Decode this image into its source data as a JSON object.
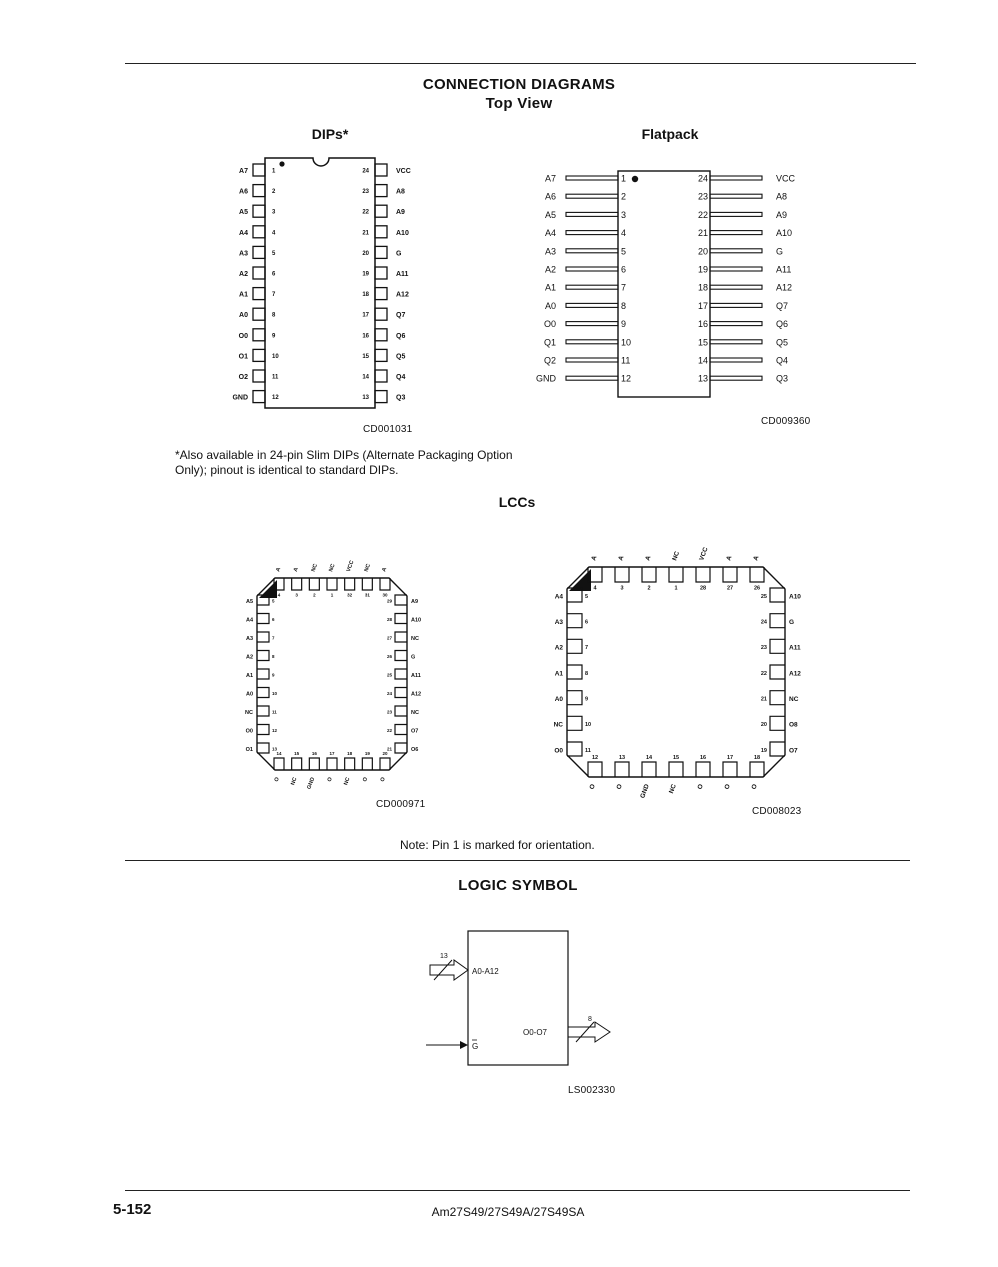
{
  "headings": {
    "connection": "CONNECTION DIAGRAMS",
    "top_view": "Top View",
    "dips": "DIPs*",
    "flatpack": "Flatpack",
    "lccs": "LCCs",
    "logic_symbol": "LOGIC SYMBOL"
  },
  "codes": {
    "dip": "CD001031",
    "flatpack": "CD009360",
    "lcc_left": "CD000971",
    "lcc_right": "CD008023",
    "logic": "LS002330"
  },
  "dip_footnote": "*Also available in 24-pin Slim DIPs (Alternate Packaging Option Only); pinout is identical to standard DIPs.",
  "lcc_note": "Note: Pin 1 is marked for orientation.",
  "dip": {
    "left_pins": [
      {
        "n": "1",
        "name": "A7"
      },
      {
        "n": "2",
        "name": "A6"
      },
      {
        "n": "3",
        "name": "A5"
      },
      {
        "n": "4",
        "name": "A4"
      },
      {
        "n": "5",
        "name": "A3"
      },
      {
        "n": "6",
        "name": "A2"
      },
      {
        "n": "7",
        "name": "A1"
      },
      {
        "n": "8",
        "name": "A0"
      },
      {
        "n": "9",
        "name": "O0"
      },
      {
        "n": "10",
        "name": "O1"
      },
      {
        "n": "11",
        "name": "O2"
      },
      {
        "n": "12",
        "name": "GND"
      }
    ],
    "right_pins": [
      {
        "n": "24",
        "name": "VCC"
      },
      {
        "n": "23",
        "name": "A8"
      },
      {
        "n": "22",
        "name": "A9"
      },
      {
        "n": "21",
        "name": "A10"
      },
      {
        "n": "20",
        "name": "G"
      },
      {
        "n": "19",
        "name": "A11"
      },
      {
        "n": "18",
        "name": "A12"
      },
      {
        "n": "17",
        "name": "Q7"
      },
      {
        "n": "16",
        "name": "Q6"
      },
      {
        "n": "15",
        "name": "Q5"
      },
      {
        "n": "14",
        "name": "Q4"
      },
      {
        "n": "13",
        "name": "Q3"
      }
    ]
  },
  "flatpack": {
    "left_pins": [
      {
        "n": "1",
        "name": "A7"
      },
      {
        "n": "2",
        "name": "A6"
      },
      {
        "n": "3",
        "name": "A5"
      },
      {
        "n": "4",
        "name": "A4"
      },
      {
        "n": "5",
        "name": "A3"
      },
      {
        "n": "6",
        "name": "A2"
      },
      {
        "n": "7",
        "name": "A1"
      },
      {
        "n": "8",
        "name": "A0"
      },
      {
        "n": "9",
        "name": "O0"
      },
      {
        "n": "10",
        "name": "Q1"
      },
      {
        "n": "11",
        "name": "Q2"
      },
      {
        "n": "12",
        "name": "GND"
      }
    ],
    "right_pins": [
      {
        "n": "24",
        "name": "VCC"
      },
      {
        "n": "23",
        "name": "A8"
      },
      {
        "n": "22",
        "name": "A9"
      },
      {
        "n": "21",
        "name": "A10"
      },
      {
        "n": "20",
        "name": "G"
      },
      {
        "n": "19",
        "name": "A11"
      },
      {
        "n": "18",
        "name": "A12"
      },
      {
        "n": "17",
        "name": "Q7"
      },
      {
        "n": "16",
        "name": "Q6"
      },
      {
        "n": "15",
        "name": "Q5"
      },
      {
        "n": "14",
        "name": "Q4"
      },
      {
        "n": "13",
        "name": "Q3"
      }
    ]
  },
  "lcc_left": {
    "top_pins": [
      {
        "n": "4",
        "name": "A"
      },
      {
        "n": "3",
        "name": "A"
      },
      {
        "n": "2",
        "name": "NC"
      },
      {
        "n": "1",
        "name": "NC"
      },
      {
        "n": "32",
        "name": "VCC"
      },
      {
        "n": "31",
        "name": "NC"
      },
      {
        "n": "30",
        "name": "A"
      }
    ],
    "left_pins": [
      {
        "n": "5",
        "name": "A5"
      },
      {
        "n": "6",
        "name": "A4"
      },
      {
        "n": "7",
        "name": "A3"
      },
      {
        "n": "8",
        "name": "A2"
      },
      {
        "n": "9",
        "name": "A1"
      },
      {
        "n": "10",
        "name": "A0"
      },
      {
        "n": "11",
        "name": "NC"
      },
      {
        "n": "12",
        "name": "O0"
      },
      {
        "n": "13",
        "name": "O1"
      }
    ],
    "right_pins": [
      {
        "n": "29",
        "name": "A9"
      },
      {
        "n": "28",
        "name": "A10"
      },
      {
        "n": "27",
        "name": "NC"
      },
      {
        "n": "26",
        "name": "G"
      },
      {
        "n": "25",
        "name": "A11"
      },
      {
        "n": "24",
        "name": "A12"
      },
      {
        "n": "23",
        "name": "NC"
      },
      {
        "n": "22",
        "name": "O7"
      },
      {
        "n": "21",
        "name": "O6"
      }
    ],
    "bottom_pins": [
      {
        "n": "14",
        "name": "O"
      },
      {
        "n": "15",
        "name": "NC"
      },
      {
        "n": "16",
        "name": "GND"
      },
      {
        "n": "17",
        "name": "O"
      },
      {
        "n": "18",
        "name": "NC"
      },
      {
        "n": "19",
        "name": "O"
      },
      {
        "n": "20",
        "name": "O"
      }
    ]
  },
  "lcc_right": {
    "top_pins": [
      {
        "n": "4",
        "name": "A"
      },
      {
        "n": "3",
        "name": "A"
      },
      {
        "n": "2",
        "name": "A"
      },
      {
        "n": "1",
        "name": "NC"
      },
      {
        "n": "28",
        "name": "VCC"
      },
      {
        "n": "27",
        "name": "A"
      },
      {
        "n": "26",
        "name": "A"
      }
    ],
    "left_pins": [
      {
        "n": "5",
        "name": "A4"
      },
      {
        "n": "6",
        "name": "A3"
      },
      {
        "n": "7",
        "name": "A2"
      },
      {
        "n": "8",
        "name": "A1"
      },
      {
        "n": "9",
        "name": "A0"
      },
      {
        "n": "10",
        "name": "NC"
      },
      {
        "n": "11",
        "name": "O0"
      }
    ],
    "right_pins": [
      {
        "n": "25",
        "name": "A10"
      },
      {
        "n": "24",
        "name": "G"
      },
      {
        "n": "23",
        "name": "A11"
      },
      {
        "n": "22",
        "name": "A12"
      },
      {
        "n": "21",
        "name": "NC"
      },
      {
        "n": "20",
        "name": "O8"
      },
      {
        "n": "19",
        "name": "O7"
      }
    ],
    "bottom_pins": [
      {
        "n": "12",
        "name": "O"
      },
      {
        "n": "13",
        "name": "O"
      },
      {
        "n": "14",
        "name": "GND"
      },
      {
        "n": "15",
        "name": "NC"
      },
      {
        "n": "16",
        "name": "O"
      },
      {
        "n": "17",
        "name": "O"
      },
      {
        "n": "18",
        "name": "O"
      }
    ]
  },
  "logic": {
    "addr_bus_width": "13",
    "addr_label": "A0-A12",
    "enable_label": "G",
    "out_label": "O0-O7",
    "out_bus_width": "8"
  },
  "footer": {
    "page": "5-152",
    "part": "Am27S49/27S49A/27S49SA"
  }
}
